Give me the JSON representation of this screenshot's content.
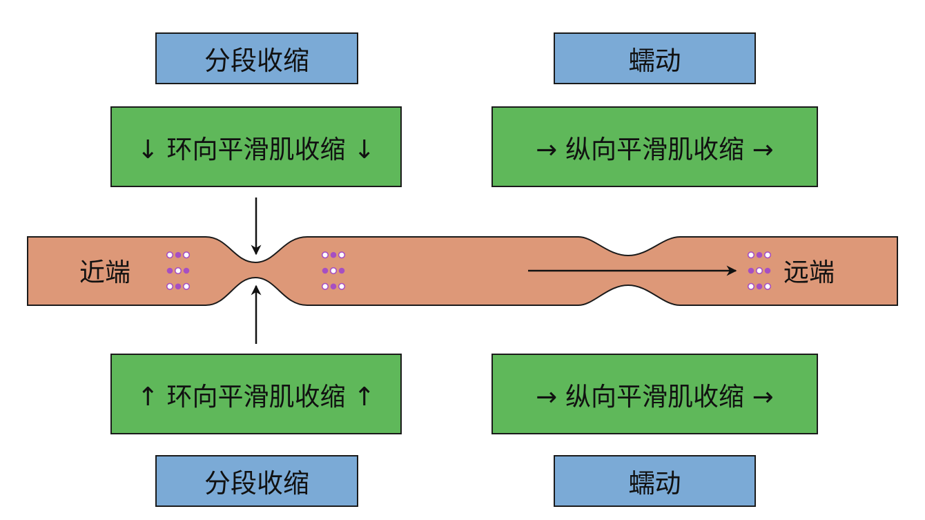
{
  "colors": {
    "label_box": "#7baad6",
    "muscle_box": "#5fb85a",
    "intestine": "#dd9878",
    "dot_filled": "#a64fc2",
    "dot_ring": "#a64fc2",
    "outline": "#1a1a1a"
  },
  "left": {
    "top_label": "分段收缩",
    "top_muscle": "↓ 环向平滑肌收缩 ↓",
    "bottom_muscle": "↑ 环向平滑肌收缩 ↑",
    "bottom_label": "分段收缩"
  },
  "right": {
    "top_label": "蠕动",
    "top_muscle": "→ 纵向平滑肌收缩 →",
    "bottom_muscle": "→ 纵向平滑肌收缩 →",
    "bottom_label": "蠕动"
  },
  "tube": {
    "proximal_label": "近端",
    "distal_label": "远端"
  },
  "arrow_icons": [
    "down-arrow-icon",
    "up-arrow-icon",
    "right-arrow-icon"
  ],
  "dot_cluster_icon": "content-dots-icon"
}
